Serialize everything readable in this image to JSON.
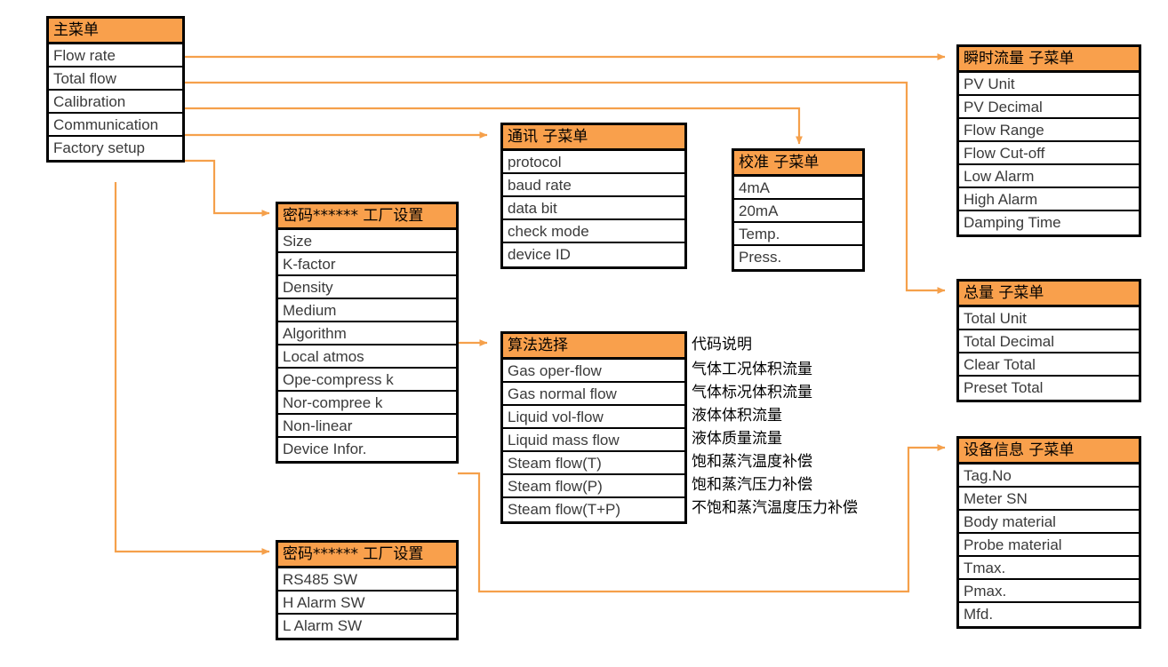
{
  "colors": {
    "header_orange": "#f9a04c",
    "wire_orange": "#f5a04b",
    "border_black": "#000000",
    "row_text": "#3a3a3a",
    "background": "#ffffff"
  },
  "diagram": {
    "title_implicit": "Flow meter menu tree",
    "boxes": {
      "main_menu": {
        "header": "主菜单",
        "items": [
          "Flow rate",
          "Total flow",
          "Calibration",
          "Communication",
          "Factory setup"
        ]
      },
      "flow_rate_submenu": {
        "header": "瞬时流量 子菜单",
        "items": [
          "PV Unit",
          "PV Decimal",
          "Flow Range",
          "Flow Cut-off",
          "Low Alarm",
          "High Alarm",
          "Damping Time"
        ]
      },
      "total_flow_submenu": {
        "header": "总量 子菜单",
        "items": [
          "Total Unit",
          "Total Decimal",
          "Clear Total",
          "Preset Total"
        ]
      },
      "device_info_submenu": {
        "header": "设备信息 子菜单",
        "items": [
          "Tag.No",
          "Meter SN",
          "Body material",
          "Probe material",
          "Tmax.",
          "Pmax.",
          "Mfd."
        ]
      },
      "communication_submenu": {
        "header": "通讯 子菜单",
        "items": [
          "protocol",
          "baud rate",
          "data bit",
          "check mode",
          "device ID"
        ]
      },
      "calibration_submenu": {
        "header": "校准 子菜单",
        "items": [
          "4mA",
          "20mA",
          "Temp.",
          "Press."
        ]
      },
      "factory_setup_1": {
        "header": "密码****** 工厂设置",
        "items": [
          "Size",
          "K-factor",
          "Density",
          "Medium",
          "Algorithm",
          "Local atmos",
          "Ope-compress k",
          "Nor-compree k",
          "Non-linear",
          "Device Infor."
        ]
      },
      "factory_setup_2": {
        "header": "密码****** 工厂设置",
        "items": [
          "RS485 SW",
          "H Alarm SW",
          "L Alarm SW"
        ]
      },
      "algorithm_select": {
        "header": "算法选择",
        "items": [
          "Gas oper-flow",
          "Gas normal flow",
          "Liquid vol-flow",
          "Liquid mass flow",
          "Steam flow(T)",
          "Steam flow(P)",
          "Steam flow(T+P)"
        ]
      }
    },
    "algorithm_notes": {
      "header": "代码说明",
      "items": [
        "气体工况体积流量",
        "气体标况体积流量",
        "液体体积流量",
        "液体质量流量",
        "饱和蒸汽温度补偿",
        "饱和蒸汽压力补偿",
        "不饱和蒸汽温度压力补偿"
      ]
    },
    "connections": [
      {
        "from": "Flow rate",
        "to": "瞬时流量 子菜单"
      },
      {
        "from": "Total flow",
        "to": "总量 子菜单"
      },
      {
        "from": "Calibration",
        "to": "校准 子菜单"
      },
      {
        "from": "Communication",
        "to": "通讯 子菜单"
      },
      {
        "from": "Factory setup",
        "to": "密码****** 工厂设置"
      },
      {
        "from": "主菜单",
        "to": "密码****** 工厂设置"
      },
      {
        "from": "Algorithm",
        "to": "算法选择"
      },
      {
        "from": "Device Infor.",
        "to": "设备信息 子菜单"
      }
    ]
  }
}
